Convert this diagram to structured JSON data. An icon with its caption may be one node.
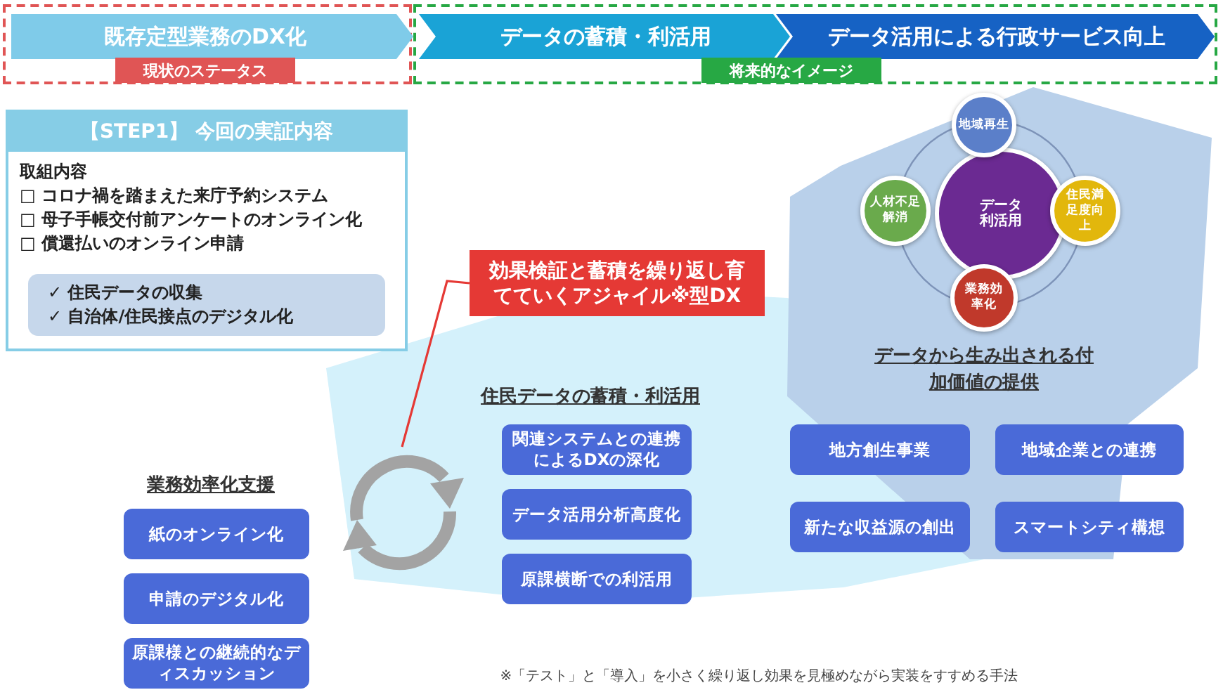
{
  "diagram": {
    "nodes": [
      {
        "text": [
          "現状のステータス"
        ]
      },
      {
        "text": [
          "既存定型業務のDX化"
        ],
        "in": 0
      },
      {
        "text": [
          "将来的なイメージ"
        ]
      },
      {
        "text": [
          "データの蓄積・利活用"
        ],
        "in": 2
      },
      {
        "text": [
          "データ活用による行政サービス向上"
        ],
        "in": 2
      },
      {
        "text": [
          "【STEP1】 今回の実証内容",
          "取組内容",
          "□ コロナ禍を踏まえた来庁予約システム",
          "□ 母子手帳交付前アンケートのオンライン化",
          "□ 償還払いのオンライン申請"
        ]
      },
      {
        "text": [
          "✓ 住民データの収集",
          "✓ 自治体/住民接点のデジタル化"
        ],
        "in": 5
      },
      {
        "text": [
          "効果検証と蓄積を繰り返し育てていくアジャイル※型DX"
        ]
      },
      {
        "text": [],
        "shape": "cycle"
      },
      {
        "text": [
          "紙のオンライン化"
        ]
      },
      {
        "text": [
          "申請のデジタル化"
        ]
      },
      {
        "text": [
          "原課様との継続的なディスカッション"
        ]
      },
      {
        "text": [
          "関連システムとの連携によるDXの深化"
        ]
      },
      {
        "text": [
          "データ活用分析高度化"
        ]
      },
      {
        "text": [
          "原課横断での利活用"
        ]
      },
      {
        "text": [
          "データ利活用"
        ]
      },
      {
        "text": [
          "地域再生"
        ]
      },
      {
        "text": [
          "住民満足度向上"
        ]
      },
      {
        "text": [
          "業務効率化"
        ]
      },
      {
        "text": [
          "人材不足解消"
        ]
      },
      {
        "text": [
          "地方創生事業"
        ]
      },
      {
        "text": [
          "地域企業との連携"
        ]
      },
      {
        "text": [
          "新たな収益源の創出"
        ]
      },
      {
        "text": [
          "スマートシティ構想"
        ]
      }
    ],
    "edges": [
      {
        "from": 7,
        "to": 8,
        "arrow": "none",
        "color": "#e53935"
      }
    ],
    "labels": [
      "データから生み出される付加価値の提供",
      "住民データの蓄積・利活用",
      "業務効率化支援",
      "※「テスト」と「導入」を小さく繰り返し効果を見極めながら実装をすすめる手法"
    ]
  }
}
